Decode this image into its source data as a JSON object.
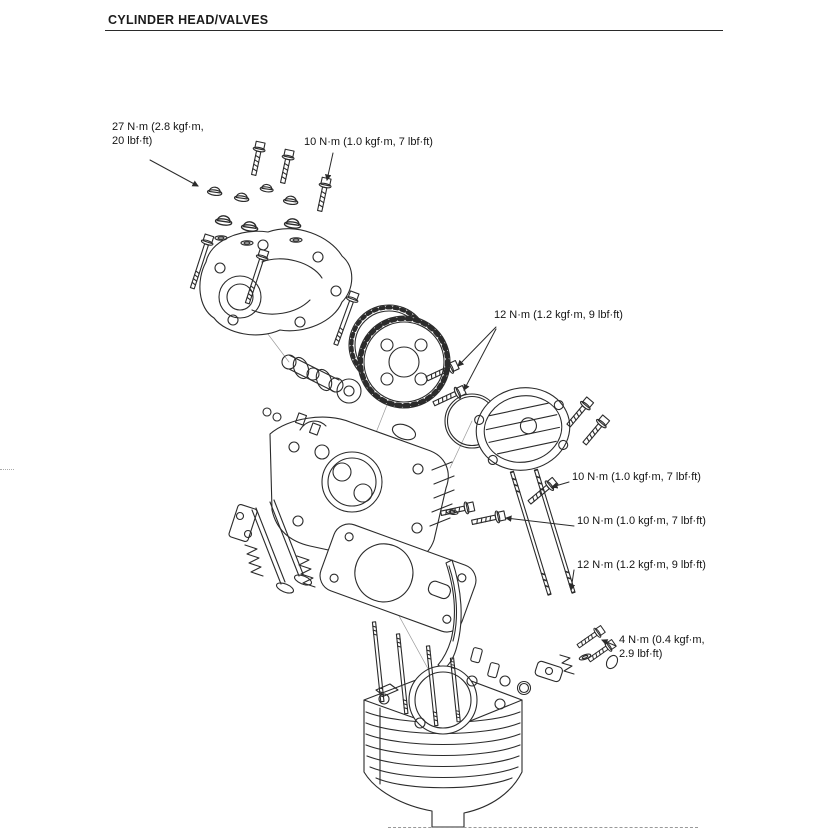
{
  "colors": {
    "ink": "#2b2b2b",
    "paper": "#ffffff"
  },
  "header": {
    "title": "CYLINDER HEAD/VALVES"
  },
  "annotations": {
    "torque_cap_nuts": {
      "line1": "27 N·m (2.8 kgf·m,",
      "line2": "20 lbf·ft)"
    },
    "torque_cover_bolt": {
      "line1": "10 N·m (1.0 kgf·m, 7 lbf·ft)"
    },
    "torque_sprocket_bolts": {
      "line1": "12 N·m (1.2 kgf·m, 9 lbf·ft)"
    },
    "torque_side_cover_bolt": {
      "line1": "10 N·m (1.0 kgf·m, 7 lbf·ft)"
    },
    "torque_head_bolt": {
      "line1": "10 N·m (1.0 kgf·m, 7 lbf·ft)"
    },
    "torque_stud": {
      "line1": "12 N·m (1.2 kgf·m, 9 lbf·ft)"
    },
    "torque_tensioner_bolt": {
      "line1": "4 N·m (0.4 kgf·m,",
      "line2": "2.9 lbf·ft)"
    }
  }
}
